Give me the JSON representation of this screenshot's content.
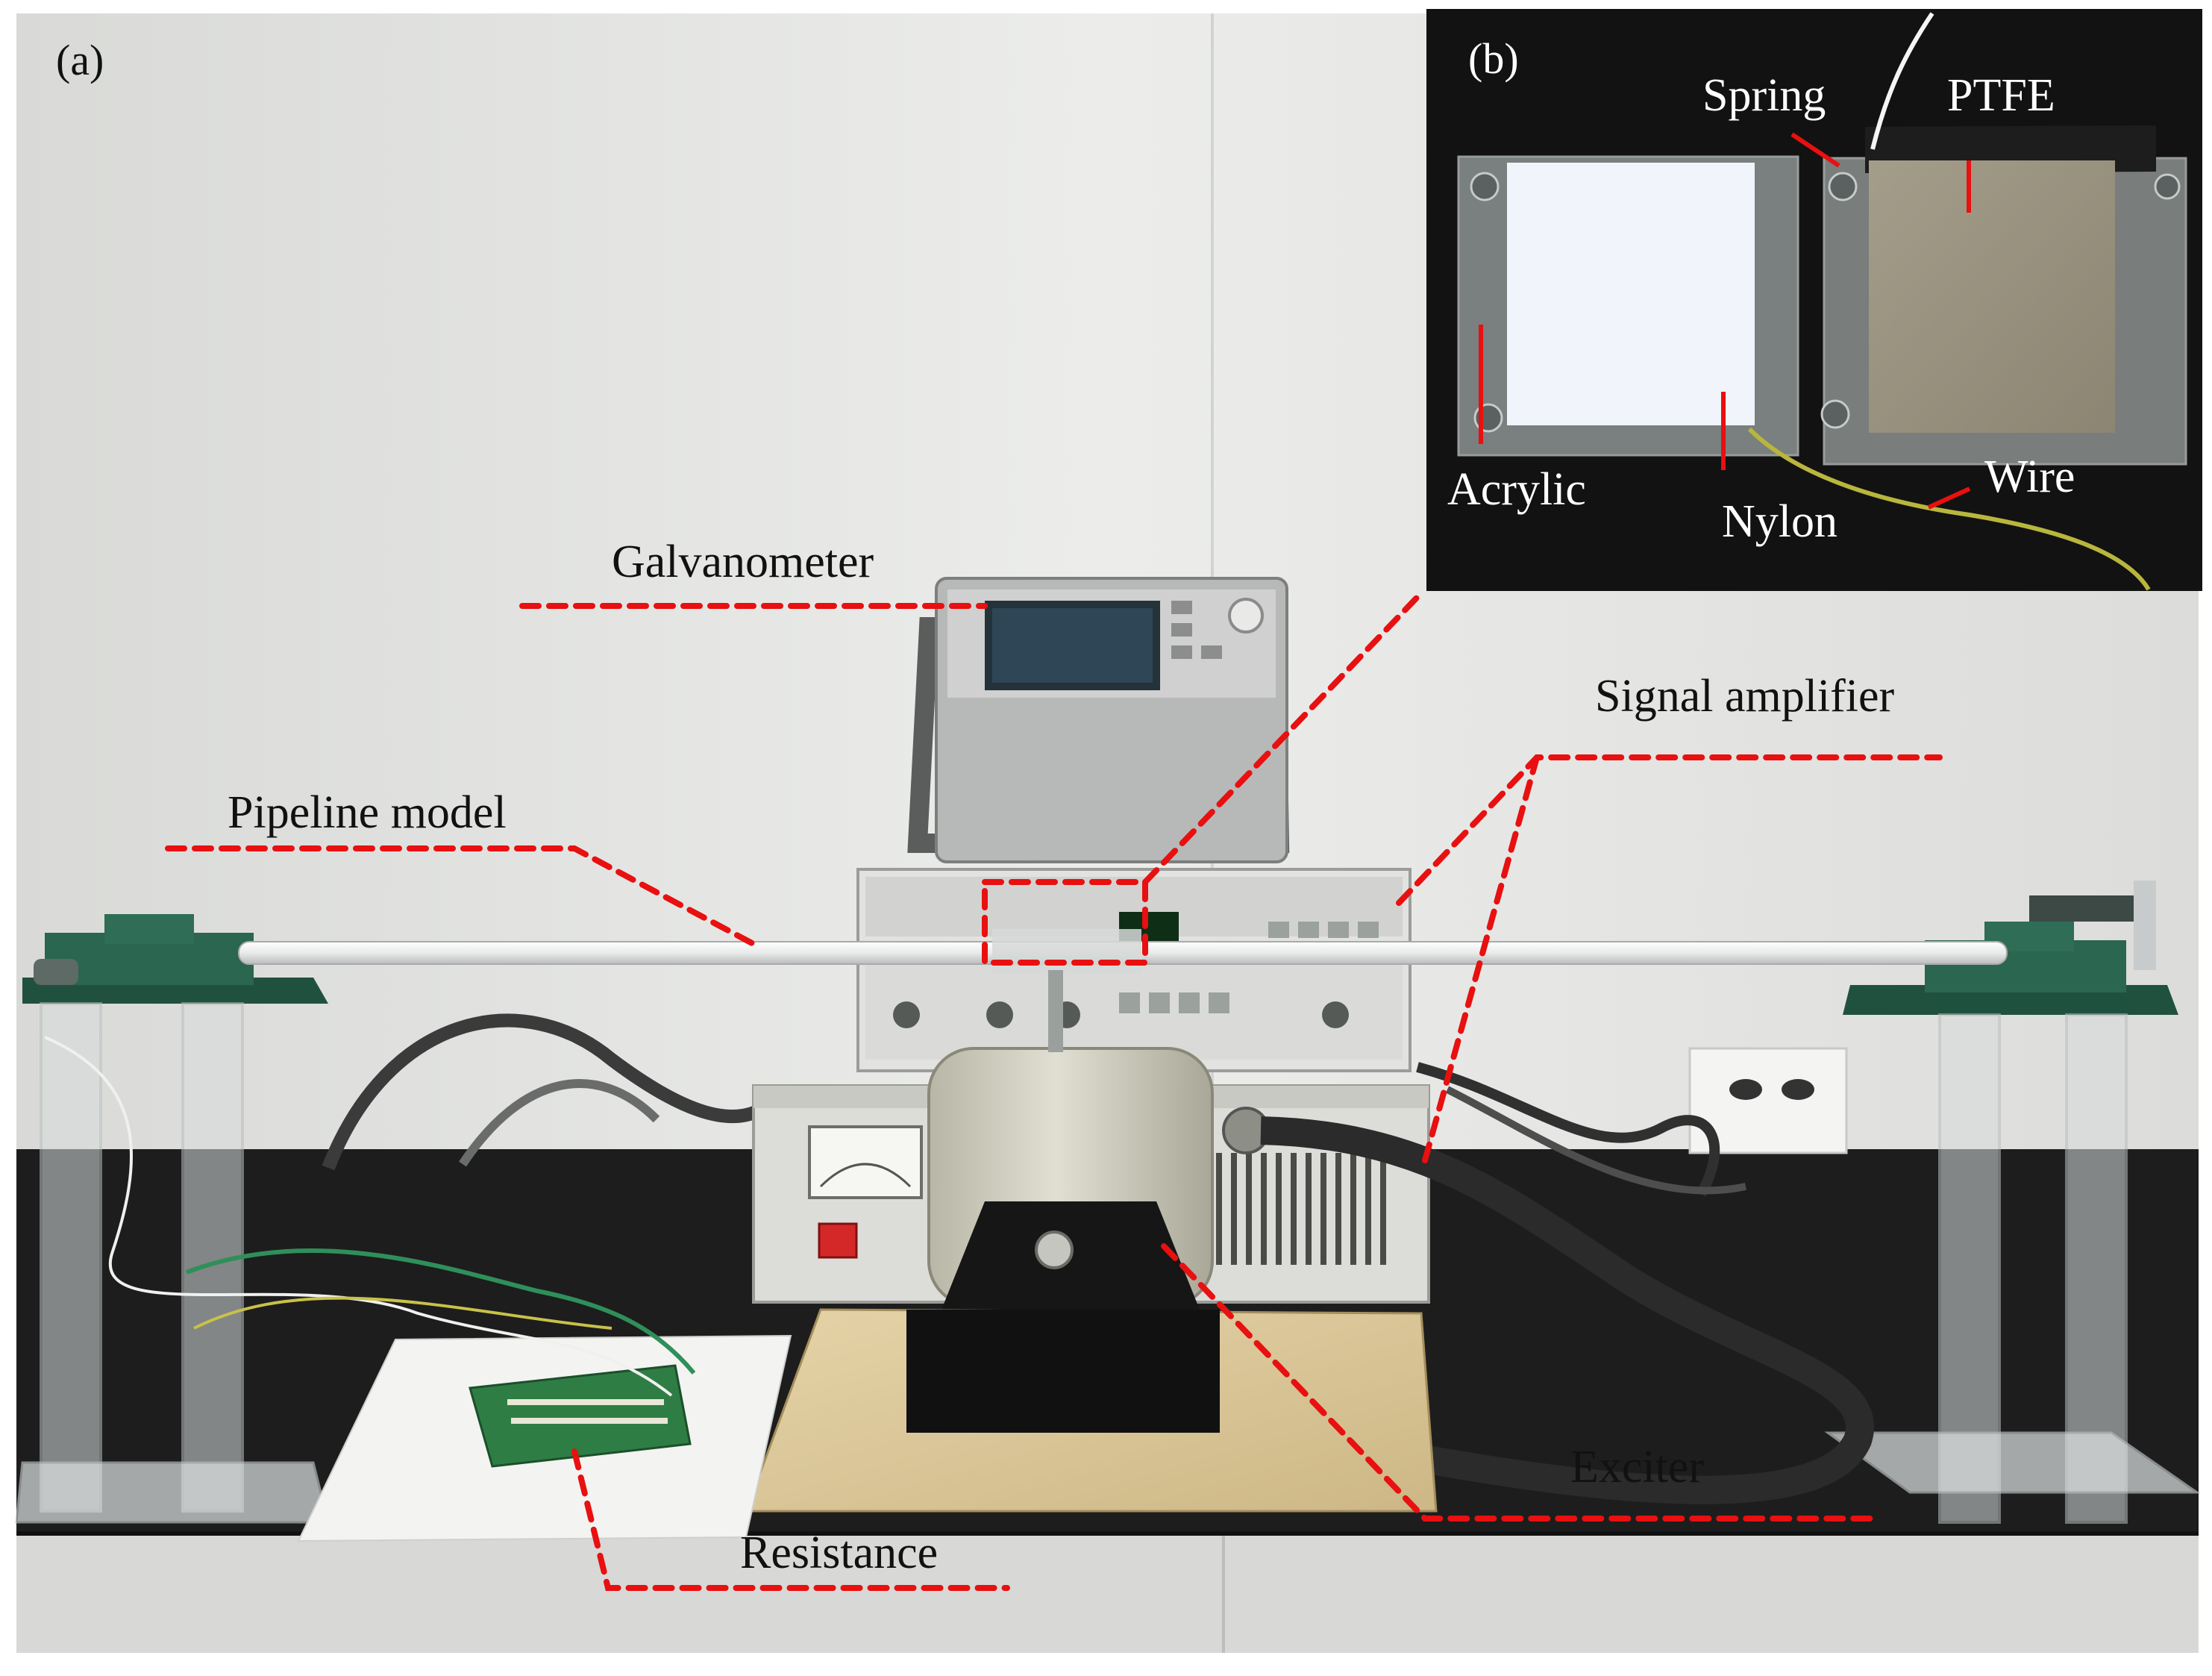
{
  "panel_a": {
    "tag": "(a)"
  },
  "panel_b": {
    "tag": "(b)"
  },
  "labels": {
    "galvanometer": "Galvanometer",
    "signal_amplifier": "Signal amplifier",
    "pipeline_model": "Pipeline model",
    "exciter": "Exciter",
    "resistance": "Resistance"
  },
  "inset_labels": {
    "spring": "Spring",
    "ptfe": "PTFE",
    "acrylic": "Acrylic",
    "nylon": "Nylon",
    "wire": "Wire"
  },
  "colors": {
    "callout_line": "#e81010",
    "inset_background": "#121212",
    "workbench": "#1c1c1c",
    "wall": "#e6e6e4"
  }
}
